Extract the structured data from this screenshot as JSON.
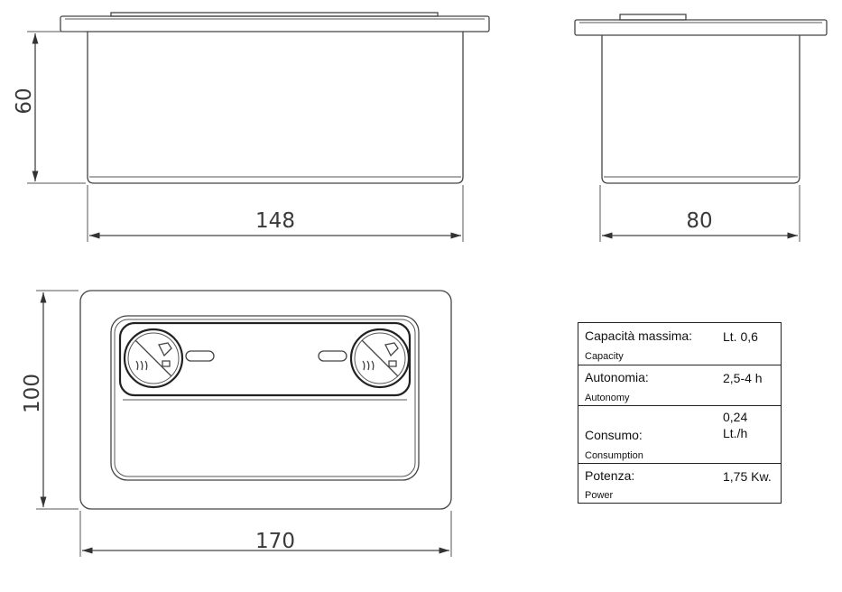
{
  "dimensions": {
    "height": "60",
    "length": "148",
    "depth": "80",
    "width": "170",
    "plate_height": "100"
  },
  "specs": [
    {
      "label": "Capacità massima:",
      "sublabel": "Capacity",
      "value": "Lt. 0,6"
    },
    {
      "label": "Autonomia:",
      "sublabel": "Autonomy",
      "value": "2,5-4 h"
    },
    {
      "label": "Consumo:",
      "sublabel": "Consumption",
      "value_line1": "0,24",
      "value_line2": "Lt./h"
    },
    {
      "label": "Potenza:",
      "sublabel": "Power",
      "value": "1,75 Kw."
    }
  ]
}
